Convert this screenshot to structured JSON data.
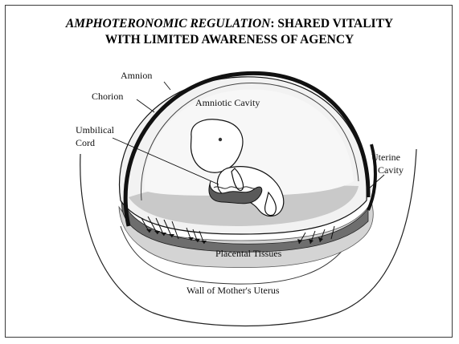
{
  "title": {
    "italic_part": "AMPHOTERONOMIC REGULATION",
    "rest_line1": ": SHARED VITALITY",
    "line2": "WITH LIMITED AWARENESS OF AGENCY"
  },
  "labels": {
    "amnion": "Amnion",
    "chorion": "Chorion",
    "amniotic_cavity": "Amniotic Cavity",
    "umbilical": "Umbilical",
    "cord": "Cord",
    "uterine": "Uterine",
    "cavity": "Cavity",
    "placental_tissues": "Placental Tissues",
    "wall_of_uterus": "Wall of Mother's Uterus"
  },
  "colors": {
    "frame": "#3a3a3a",
    "membrane": "#111111",
    "amniotic_fill": "#f3f3f3",
    "grey_tissue": "#c9c9c9",
    "dark_tissue": "#6e6e6e",
    "uterine_wall": "#ffffff"
  }
}
